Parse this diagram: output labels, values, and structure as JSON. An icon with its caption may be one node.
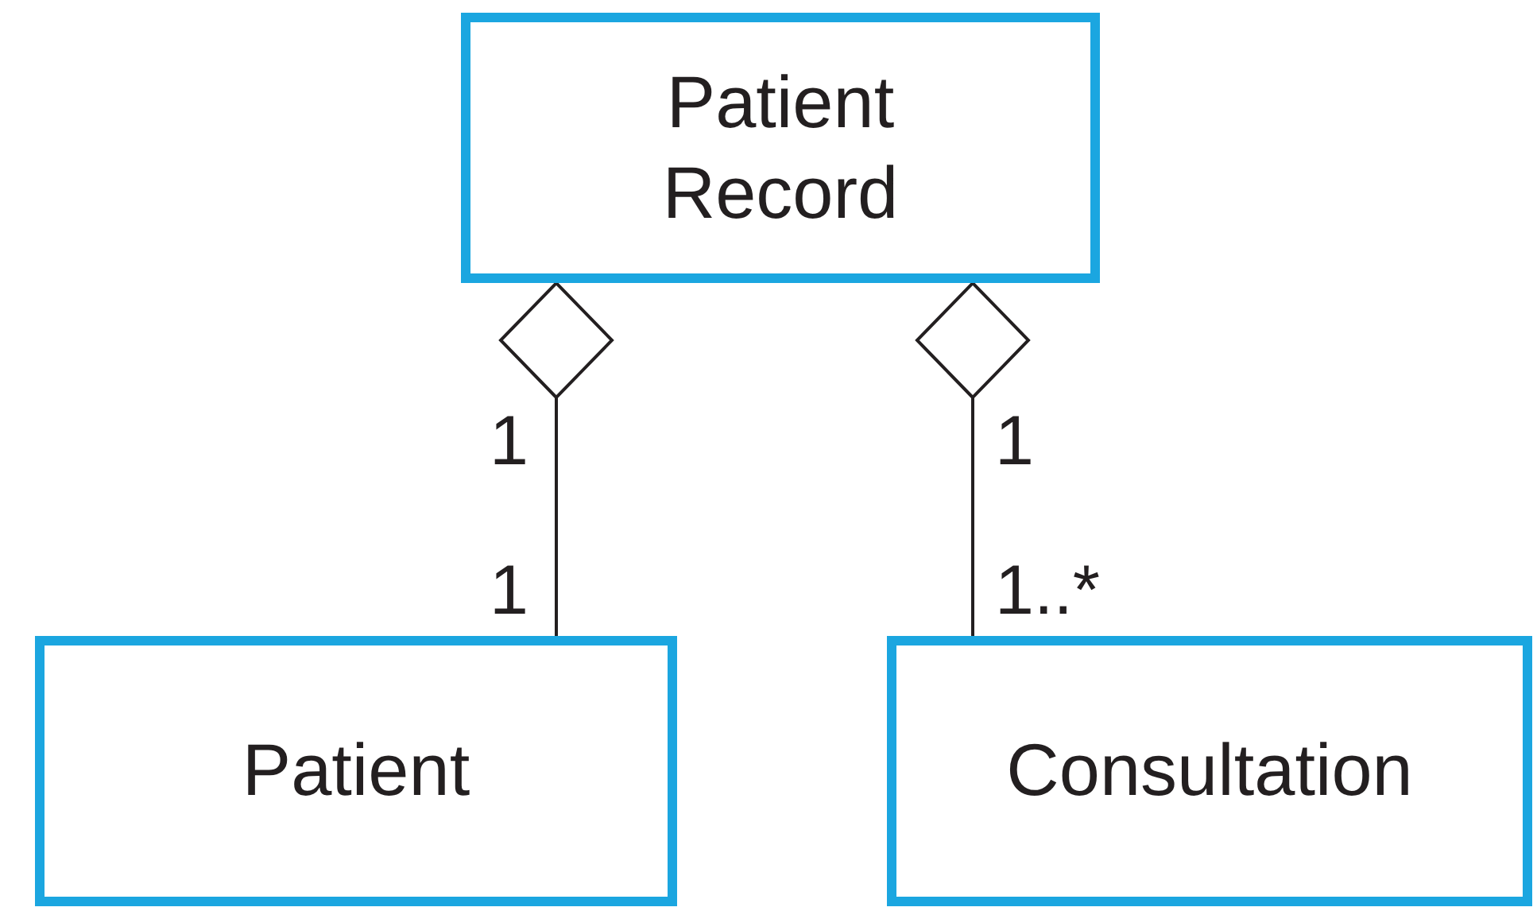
{
  "diagram": {
    "nodes": [
      {
        "text": [
          "Patient Record"
        ]
      },
      {
        "text": [
          "Patient"
        ]
      },
      {
        "text": [
          "Consultation"
        ]
      }
    ],
    "edges": [
      {
        "from": 1,
        "to": 0,
        "arrow": "other"
      },
      {
        "from": 2,
        "to": 0,
        "arrow": "other"
      }
    ],
    "labels": [
      "1",
      "1",
      "1",
      "1..*"
    ]
  }
}
